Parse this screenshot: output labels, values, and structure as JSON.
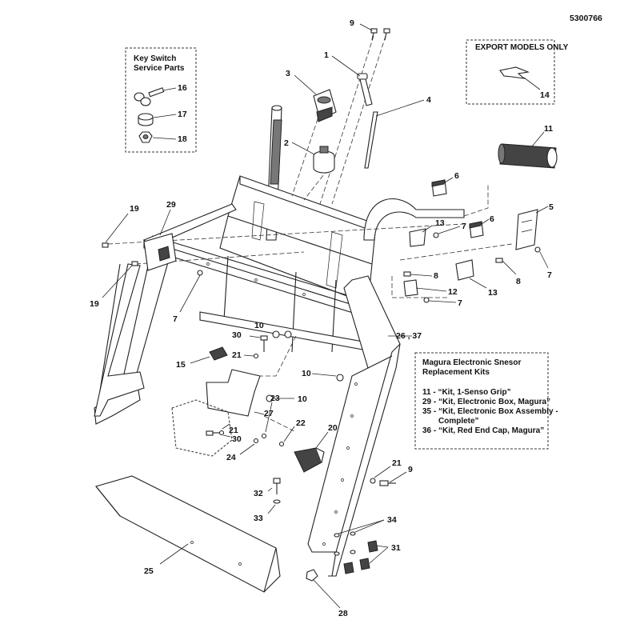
{
  "drawing_number": "5300766",
  "key_switch_box": {
    "title_line1": "Key Switch",
    "title_line2": "Service Parts",
    "callouts": [
      "16",
      "17",
      "18"
    ]
  },
  "export_box": {
    "title": "EXPORT MODELS ONLY",
    "callout": "14"
  },
  "magura_box": {
    "title_line1": "Magura Electronic Snesor",
    "title_line2": "Replacement Kits",
    "items": [
      "11 - “Kit, 1-Senso Grip”",
      "29 - “Kit, Electronic Box, Magura”",
      "35 - “Kit, Electronic Box Assembly -",
      "Complete”",
      "36 - “Kit, Red End Cap, Magura”"
    ]
  },
  "callouts": {
    "c1": "1",
    "c2": "2",
    "c3": "3",
    "c4": "4",
    "c5": "5",
    "c6a": "6",
    "c6b": "6",
    "c7a": "7",
    "c7b": "7",
    "c7c": "7",
    "c7d": "7",
    "c8a": "8",
    "c8b": "8",
    "c9a": "9",
    "c9b": "9",
    "c10a": "10",
    "c10b": "10",
    "c10c": "10",
    "c11": "11",
    "c12": "12",
    "c13a": "13",
    "c13b": "13",
    "c15": "15",
    "c19a": "19",
    "c19b": "19",
    "c20": "20",
    "c21a": "21",
    "c21b": "21",
    "c21c": "21",
    "c22": "22",
    "c23": "23",
    "c24": "24",
    "c25": "25",
    "c26": "26 , 37",
    "c27": "27",
    "c28": "28",
    "c29": "29",
    "c30a": "30",
    "c30b": "30",
    "c31": "31",
    "c32": "32",
    "c33": "33",
    "c34": "34"
  }
}
